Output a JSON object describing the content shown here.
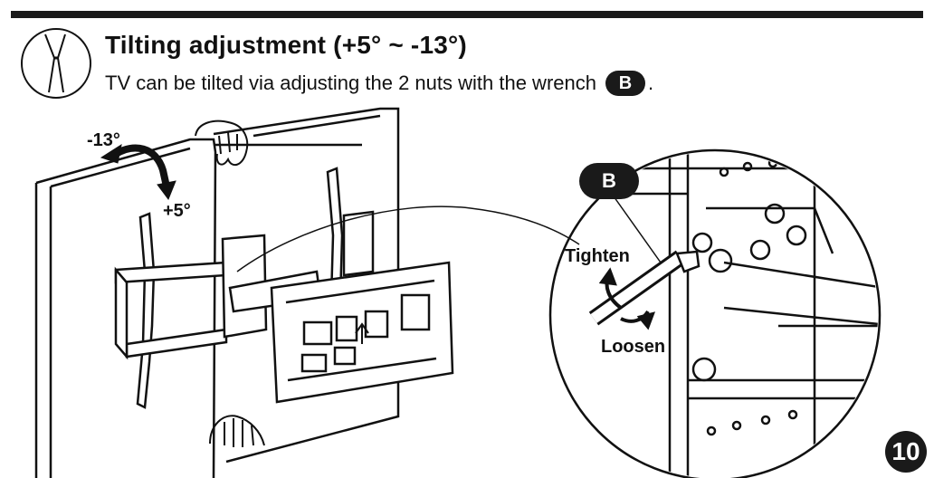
{
  "header": {
    "title": "Tilting adjustment (+5° ~ -13°)",
    "instruction": "TV can be tilted via adjusting the 2 nuts with the wrench",
    "wrench_letter": "B",
    "end_punct": "."
  },
  "diagram": {
    "tilt_up_label": "-13°",
    "tilt_down_label": "+5°",
    "callout_letter": "B",
    "tighten_label": "Tighten",
    "loosen_label": "Loosen"
  },
  "page": {
    "number": "10"
  },
  "icons": [
    "scissors-icon",
    "curved-arrow-icon",
    "hand-icon",
    "up-arrow-icon"
  ]
}
